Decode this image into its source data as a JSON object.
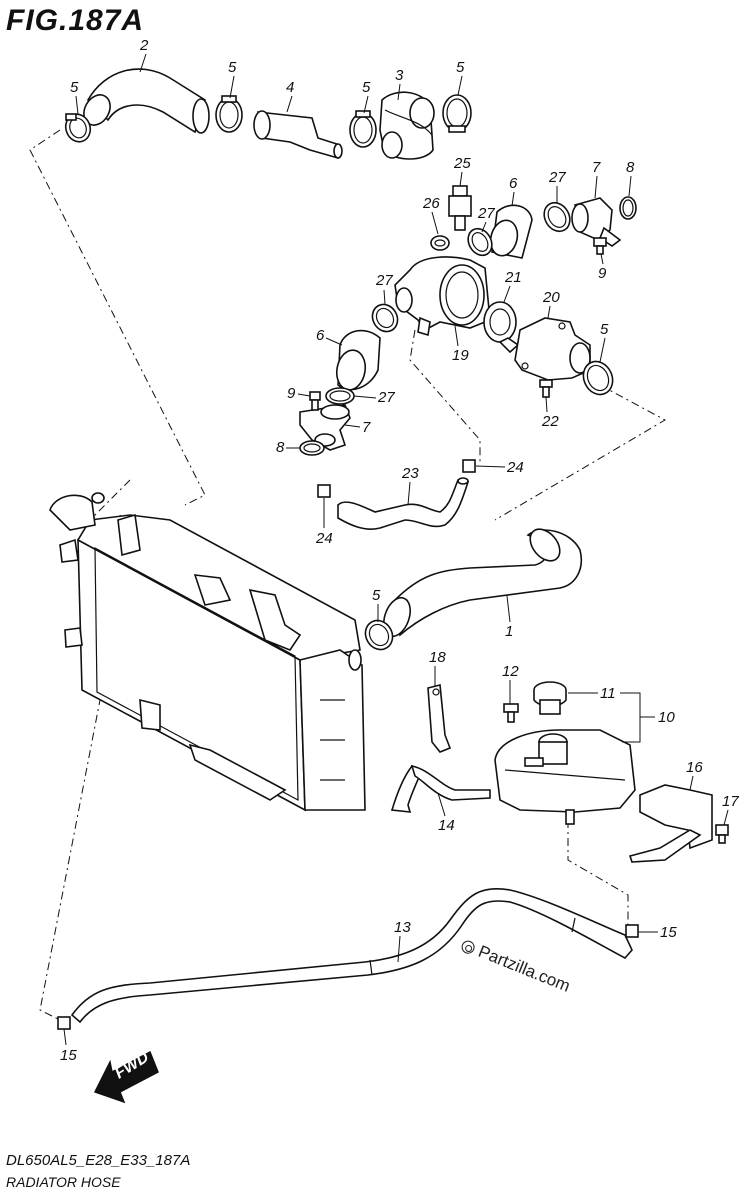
{
  "figure": {
    "title": "FIG.187A",
    "code": "DL650AL5_E28_E33_187A",
    "name": "RADIATOR HOSE",
    "watermark": "Partzilla.com",
    "direction_label": "FWD"
  },
  "callouts": [
    "1",
    "2",
    "3",
    "4",
    "5",
    "6",
    "7",
    "8",
    "9",
    "10",
    "11",
    "12",
    "13",
    "14",
    "15",
    "16",
    "17",
    "18",
    "19",
    "20",
    "21",
    "22",
    "23",
    "24",
    "25",
    "26",
    "27"
  ]
}
